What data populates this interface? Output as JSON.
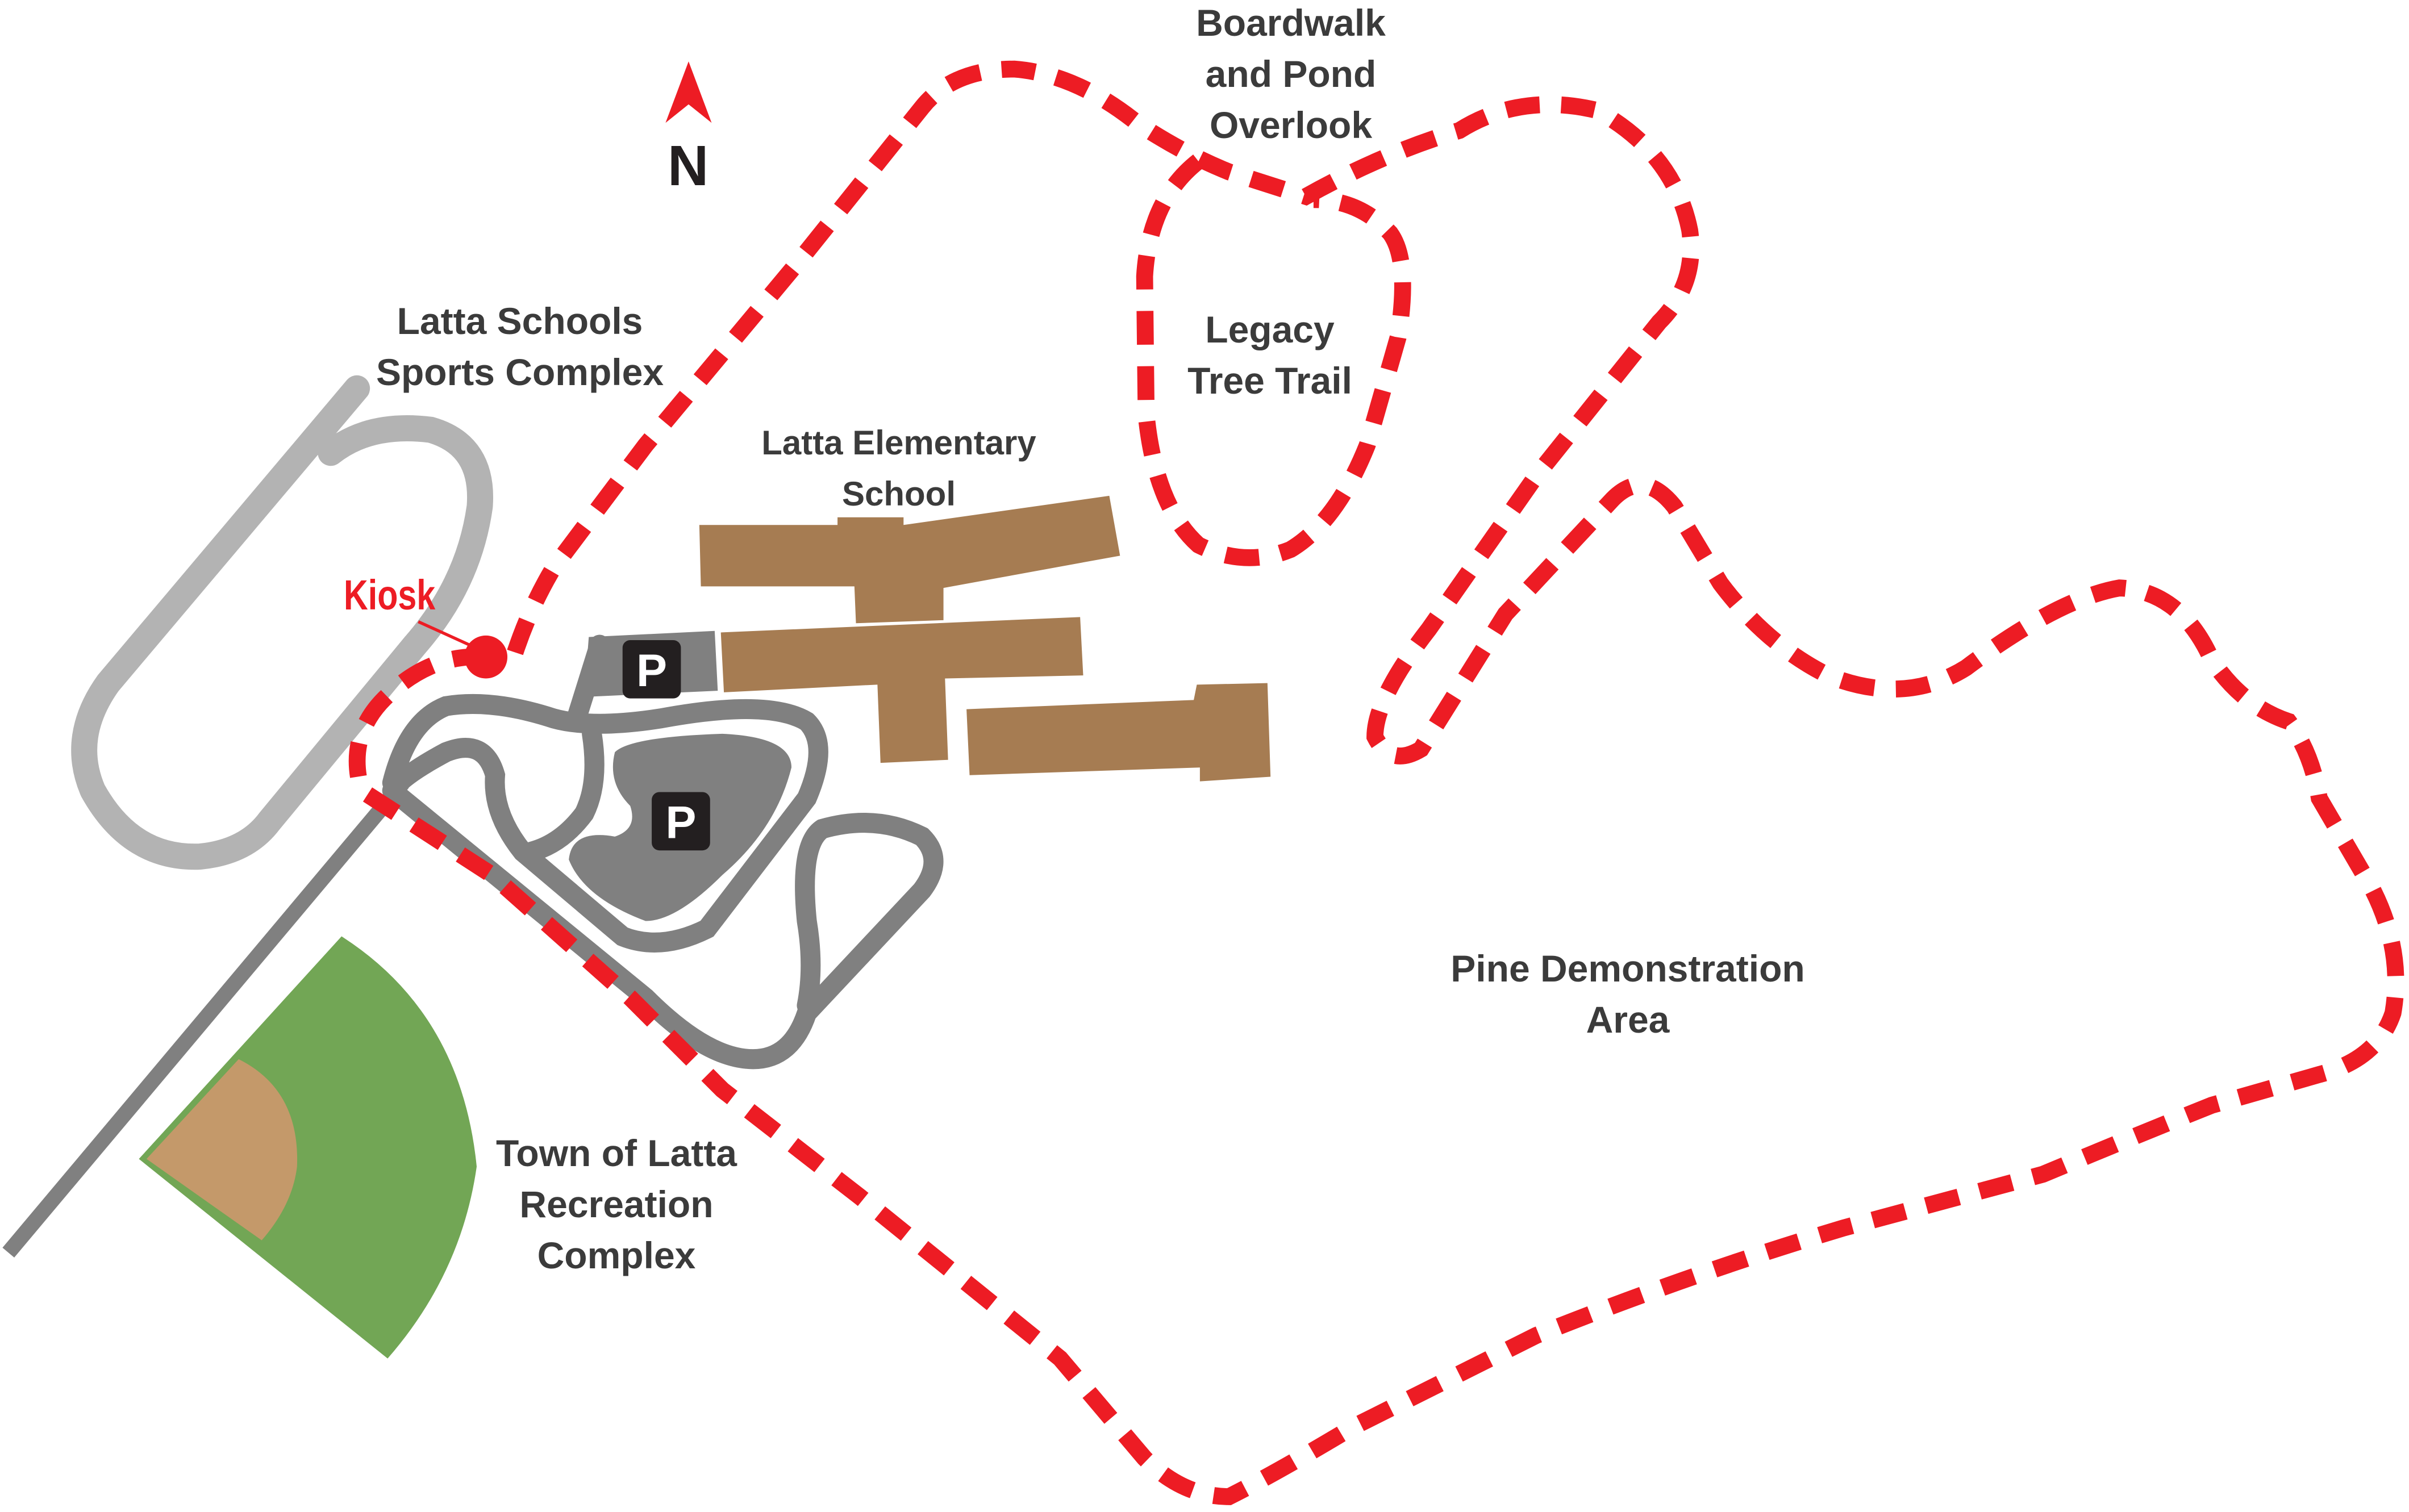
{
  "map": {
    "north_label": "N",
    "labels": {
      "boardwalk": [
        "Boardwalk",
        "and Pond",
        "Overlook"
      ],
      "legacy": [
        "Legacy",
        "Tree Trail"
      ],
      "sports": [
        "Latta Schools",
        "Sports Complex"
      ],
      "school": [
        "Latta Elementary",
        "School"
      ],
      "pine": [
        "Pine Demonstration",
        "Area"
      ],
      "recreation": [
        "Town of Latta",
        "Recreation",
        "Complex"
      ],
      "kiosk": "Kiosk",
      "parking": "P"
    },
    "colors": {
      "trail": "#ed1c24",
      "building": "#a67c52",
      "road": "#808080",
      "track": "#b3b3b3",
      "field": "#72a655",
      "infield": "#c4996a",
      "parking_sign": "#231f20"
    }
  }
}
